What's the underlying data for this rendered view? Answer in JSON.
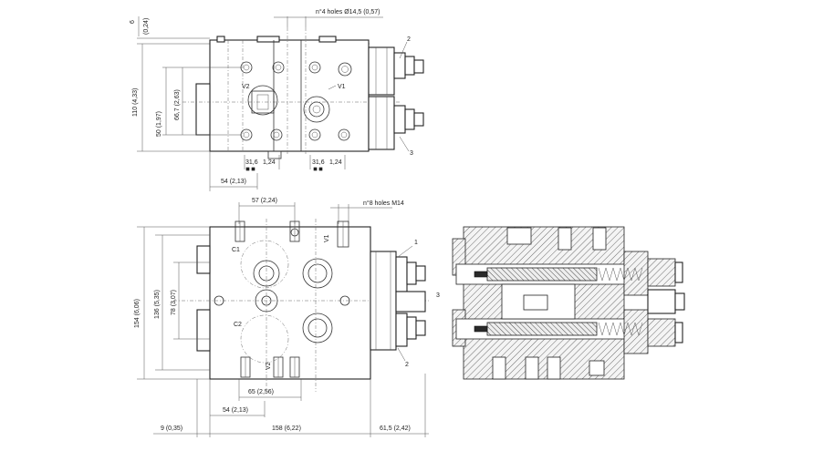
{
  "top_view": {
    "dim_top": "6",
    "dim_top_in": "(0,24)",
    "holes_note": "n°4 holes Ø14,5 (0,57)",
    "dim_height": "110 (4,33)",
    "dim_66": "66,7 (2,63)",
    "dim_50": "50 (1,97)",
    "dim_31_left": "31,6",
    "dim_124_left": "1,24",
    "dim_31_right": "31,6",
    "dim_124_right": "1,24",
    "dim_54": "54 (2,13)",
    "label_v2": "V2",
    "label_v1": "V1",
    "callout_2": "2",
    "callout_3": "3"
  },
  "front_view": {
    "dim_57": "57 (2,24)",
    "holes_note": "n°8 holes M14",
    "dim_154": "154 (6,06)",
    "dim_136": "136 (5,35)",
    "dim_78": "78 (3,07)",
    "label_c1": "C1",
    "label_c2": "C2",
    "label_v1": "V1",
    "label_v2": "V2",
    "callout_1": "1",
    "callout_3": "3",
    "callout_2": "2",
    "dim_65": "65 (2,56)",
    "dim_54": "54 (2,13)",
    "dim_9": "9 (0,35)",
    "dim_158": "158 (6,22)",
    "dim_615": "61,5 (2,42)"
  }
}
